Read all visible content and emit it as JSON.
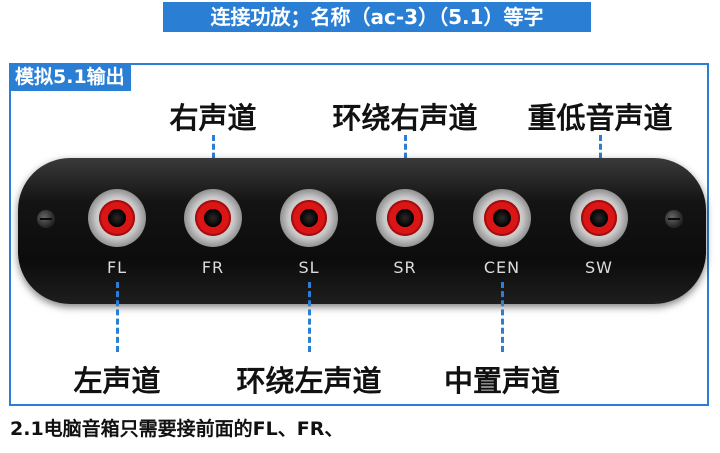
{
  "header": {
    "title": "连接功放；名称（ac-3）（5.1）等字"
  },
  "section": {
    "label": "模拟5.1输出"
  },
  "top_labels": [
    "右声道",
    "环绕右声道",
    "重低音声道"
  ],
  "bottom_labels": [
    "左声道",
    "环绕左声道",
    "中置声道"
  ],
  "ports": [
    "FL",
    "FR",
    "SL",
    "SR",
    "CEN",
    "SW"
  ],
  "note": "2.1电脑音箱只需要接前面的FL、FR、",
  "colors": {
    "accent": "#2a7fd4",
    "jack_ring": "#d91515",
    "device_body": "#141414"
  }
}
